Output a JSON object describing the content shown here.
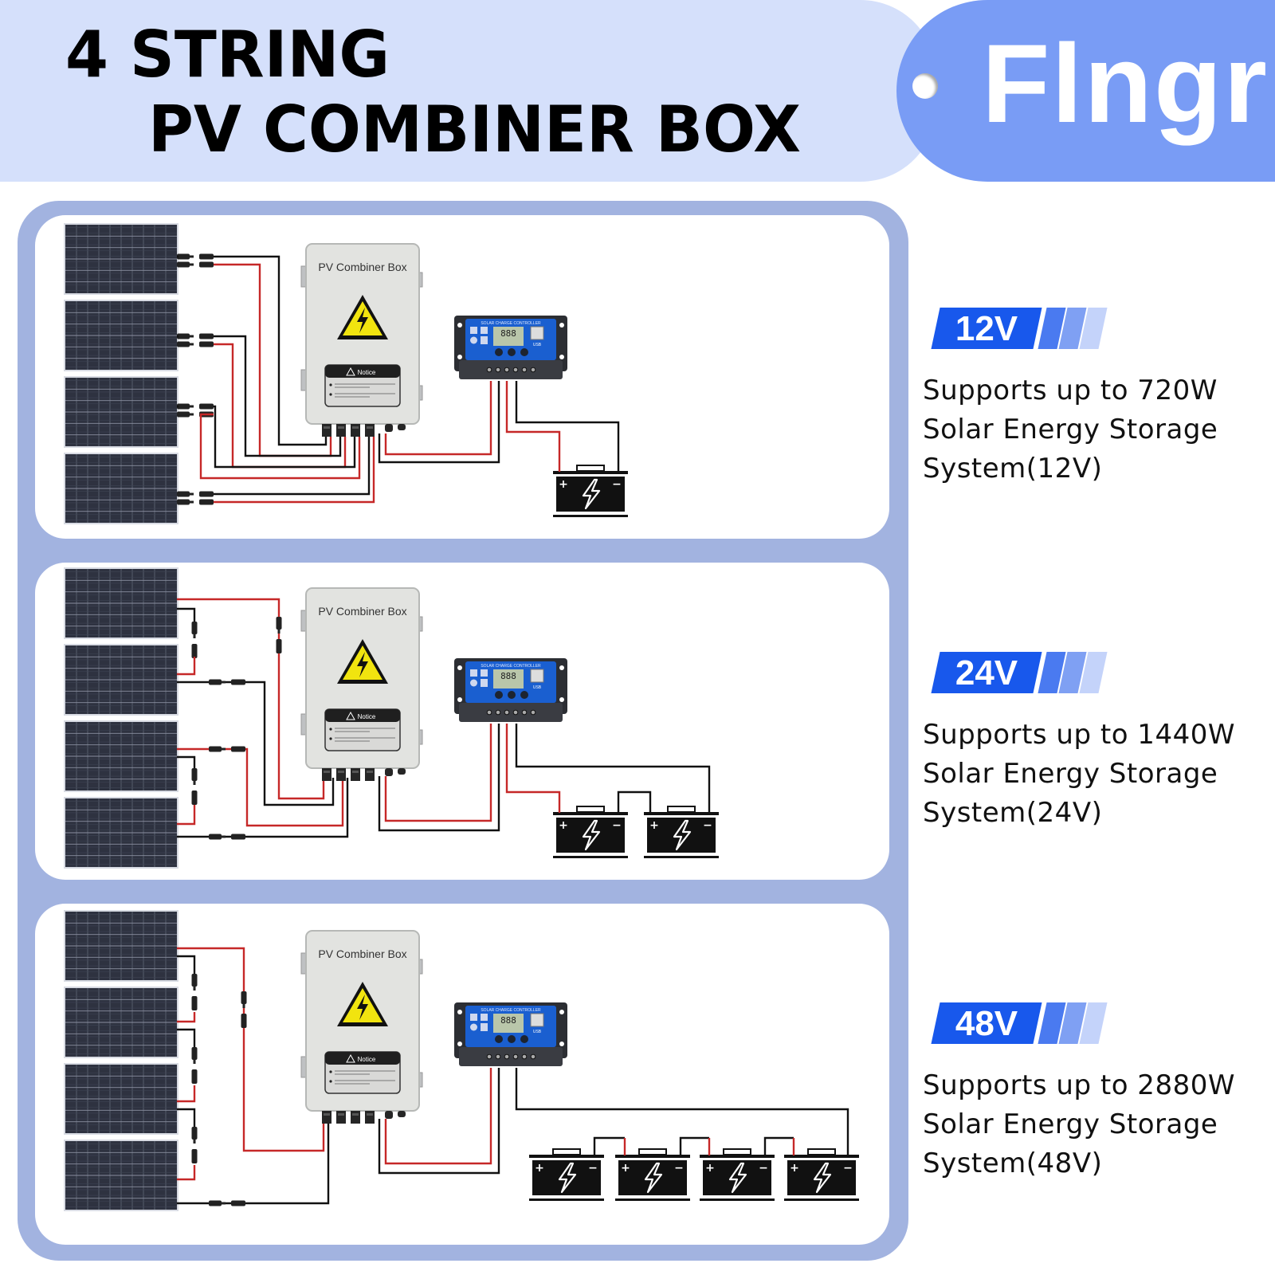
{
  "header": {
    "title_line_1": "4 STRING",
    "title_line_2": "PV COMBINER BOX",
    "brand": "Flngr",
    "colors": {
      "band": "#d5e0fb",
      "brand_tab": "#799cf5",
      "frame": "#a2b3e0"
    }
  },
  "diagram_labels": {
    "combiner_box": "PV Combiner Box",
    "notice": "Notice",
    "charge_controller": "SOLAR CHARGE CONTROLLER",
    "lcd": "888",
    "usb": "USB",
    "battery_plus": "+",
    "battery_minus": "−"
  },
  "wire_colors": {
    "positive": "#c62828",
    "negative": "#111111"
  },
  "configurations": [
    {
      "voltage": "12V",
      "line_1": "Supports up to 720W",
      "line_2": "Solar Energy Storage",
      "line_3": "System(12V)",
      "panels": 4,
      "batteries": 1,
      "panel_wiring": "parallel"
    },
    {
      "voltage": "24V",
      "line_1": "Supports up to 1440W",
      "line_2": "Solar Energy Storage",
      "line_3": "System(24V)",
      "panels": 4,
      "batteries": 2,
      "panel_wiring": "2s2p"
    },
    {
      "voltage": "48V",
      "line_1": "Supports up to 2880W",
      "line_2": "Solar Energy Storage",
      "line_3": "System(48V)",
      "panels": 4,
      "batteries": 4,
      "panel_wiring": "series"
    }
  ],
  "badge_colors": [
    "#1858ec",
    "#4a7af0",
    "#7fa0f3",
    "#c4d3fa"
  ]
}
